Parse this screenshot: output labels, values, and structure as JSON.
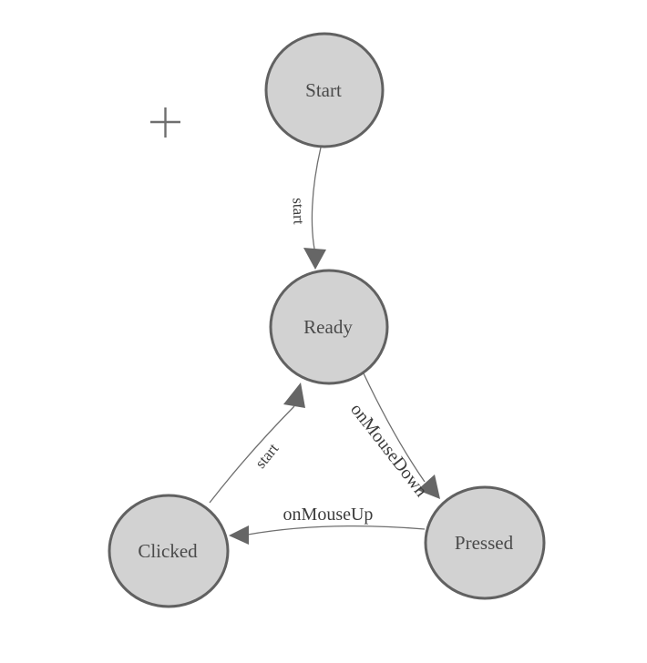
{
  "diagram": {
    "type": "state-machine",
    "background_color": "#ffffff",
    "node_fill_color": "#d2d2d2",
    "node_stroke_color": "#616161",
    "edge_color": "#6f6f6f",
    "label_color": "#3c3c3c",
    "cursor": {
      "icon": "crosshair-plus-icon"
    },
    "nodes": [
      {
        "label": "Start"
      },
      {
        "label": "Ready"
      },
      {
        "label": "Clicked"
      },
      {
        "label": "Pressed"
      }
    ],
    "edges": [
      {
        "from": "Start",
        "to": "Ready",
        "label": "start"
      },
      {
        "from": "Ready",
        "to": "Pressed",
        "label": "onMouseDown"
      },
      {
        "from": "Pressed",
        "to": "Clicked",
        "label": "onMouseUp"
      },
      {
        "from": "Clicked",
        "to": "Ready",
        "label": "start"
      }
    ]
  }
}
